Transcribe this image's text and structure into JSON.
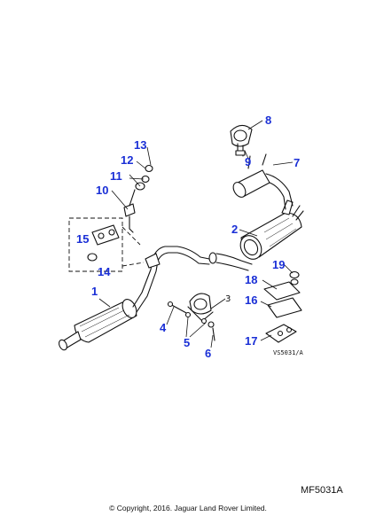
{
  "diagram": {
    "callouts": {
      "c1": "1",
      "c2": "2",
      "c3": "3",
      "c4": "4",
      "c5": "5",
      "c6": "6",
      "c7": "7",
      "c8": "8",
      "c9": "9",
      "c10": "10",
      "c11": "11",
      "c12": "12",
      "c13": "13",
      "c14": "14",
      "c15": "15",
      "c16": "16",
      "c17": "17",
      "c18": "18",
      "c19": "19"
    },
    "drawing_ref": "VS5031/A",
    "figure_id": "MF5031A",
    "copyright": "© Copyright, 2016. Jaguar Land Rover Limited."
  }
}
